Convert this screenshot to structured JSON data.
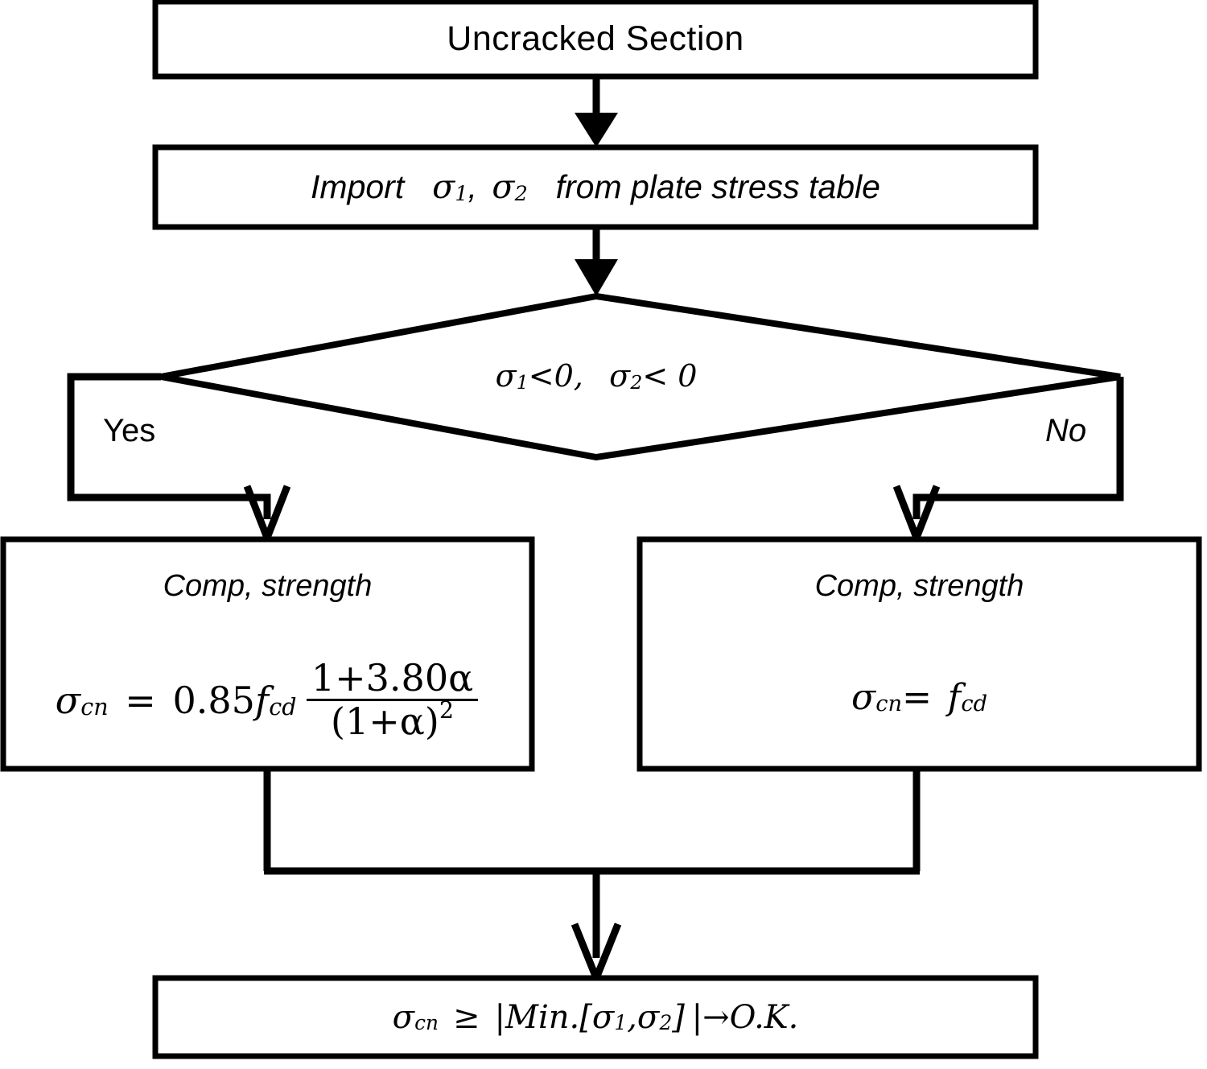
{
  "diagram": {
    "title": "Uncracked Section compressive strength check flowchart",
    "line_color": "#000000",
    "fill_color": "#ffffff",
    "text_color": "#000000"
  },
  "nodes": {
    "start": {
      "shape": "rectangle",
      "label": "Uncracked Section"
    },
    "import": {
      "shape": "rectangle",
      "prefix": "Import",
      "sigma": "σ",
      "sub1": "1",
      "comma": ",",
      "sub2": "2",
      "suffix": "from plate stress table"
    },
    "decision": {
      "shape": "diamond",
      "sigma": "σ",
      "sub1": "1",
      "sub2": "2",
      "cond1": "<0,",
      "cond2": "< 0"
    },
    "branch_yes": {
      "label": "Yes"
    },
    "branch_no": {
      "label": "No"
    },
    "left_box": {
      "shape": "rectangle",
      "title": "Comp, strength",
      "formula": {
        "lhs_sym": "σ",
        "lhs_sub": "cn",
        "equals": "=",
        "coefficient": "0.85",
        "f_sym": "f",
        "f_sub": "cd",
        "numerator": "1+3.80α",
        "denominator_open": "(1+α)",
        "denominator_exp": "2"
      }
    },
    "right_box": {
      "shape": "rectangle",
      "title": "Comp, strength",
      "formula": {
        "lhs_sym": "σ",
        "lhs_sub": "cn",
        "equals": "=",
        "f_sym": "f",
        "f_sub": "cd"
      }
    },
    "result": {
      "shape": "rectangle",
      "formula": {
        "lhs_sym": "σ",
        "lhs_sub": "cn",
        "relation": "≥",
        "bar_open": "|",
        "min_text": "Min.",
        "bracket_open": "[",
        "sigma": "σ",
        "sub1": "1",
        "comma": ",",
        "sub2": "2",
        "bracket_close": "]",
        "bar_close": "|",
        "arrow": "→",
        "ok": "O.K."
      }
    }
  },
  "edges": [
    {
      "name": "start-to-import",
      "from": "start",
      "to": "import",
      "arrow": "solid-triangle"
    },
    {
      "name": "import-to-decision",
      "from": "import",
      "to": "decision",
      "arrow": "solid-triangle"
    },
    {
      "name": "decision-yes-to-left",
      "from": "decision",
      "to": "left_box",
      "label": "Yes",
      "arrow": "open-v"
    },
    {
      "name": "decision-no-to-right",
      "from": "decision",
      "to": "right_box",
      "label": "No",
      "arrow": "open-v"
    },
    {
      "name": "left-to-merge",
      "from": "left_box",
      "to": "result",
      "arrow": "none"
    },
    {
      "name": "right-to-merge",
      "from": "right_box",
      "to": "result",
      "arrow": "none"
    },
    {
      "name": "merge-to-result",
      "from": "merge",
      "to": "result",
      "arrow": "open-v"
    }
  ]
}
